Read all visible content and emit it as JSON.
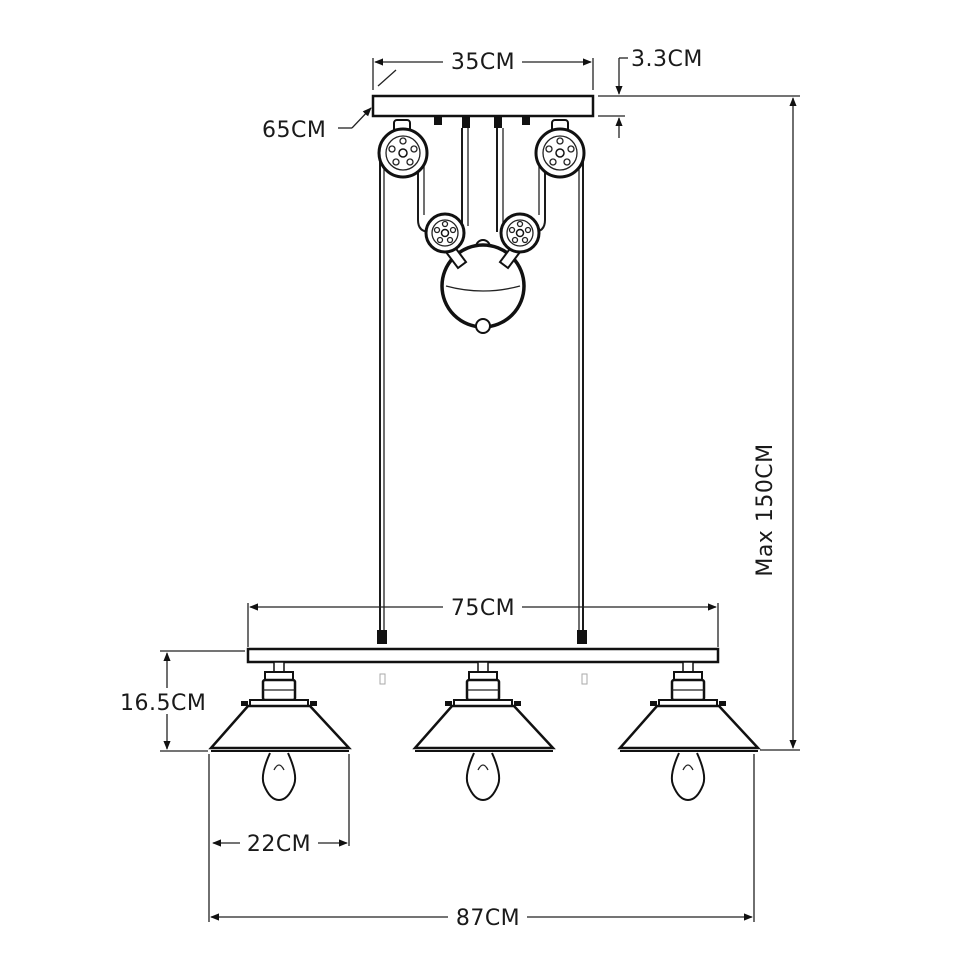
{
  "dimensions": {
    "canopy_width": "35CM",
    "canopy_height": "3.3CM",
    "canopy_depth": "65CM",
    "bar_width": "75CM",
    "max_height": "Max 150CM",
    "shade_height": "16.5CM",
    "shade_diameter": "22CM",
    "total_width": "87CM"
  }
}
